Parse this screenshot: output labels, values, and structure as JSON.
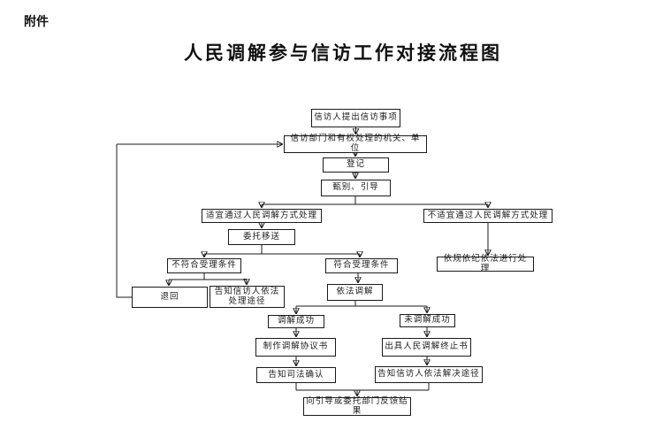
{
  "attachment_label": "附件",
  "title": "人民调解参与信访工作对接流程图",
  "colors": {
    "ink": "#1a1a1a",
    "background": "#ffffff"
  },
  "flowchart": {
    "nodes": {
      "submit": {
        "label": "信访人提出信访事项"
      },
      "department": {
        "label": "信访部门和有权处理的机关、单位"
      },
      "register": {
        "label": "登记"
      },
      "screen": {
        "label": "甄别、引导"
      },
      "suitable": {
        "label": "适宜通过人民调解方式处理"
      },
      "entrust": {
        "label": "委托移送"
      },
      "unsuitable": {
        "label": "不适宜通过人民调解方式处理"
      },
      "handle_by_rules": {
        "label": "依规依纪依法进行处理"
      },
      "not_meet": {
        "label": "不符合受理条件"
      },
      "meet": {
        "label": "符合受理条件"
      },
      "return": {
        "label": "退回"
      },
      "inform_handling": {
        "label": "告知信访人依法处理途径"
      },
      "mediate": {
        "label": "依法调解"
      },
      "success": {
        "label": "调解成功"
      },
      "fail": {
        "label": "未调解成功"
      },
      "agreement": {
        "label": "制作调解协议书"
      },
      "termination": {
        "label": "出具人民调解终止书"
      },
      "judicial_confirm": {
        "label": "告知司法确认"
      },
      "inform_resolution": {
        "label": "告知信访人依法解决途径"
      },
      "feedback": {
        "label": "向引导或委托部门反馈结果"
      }
    }
  }
}
